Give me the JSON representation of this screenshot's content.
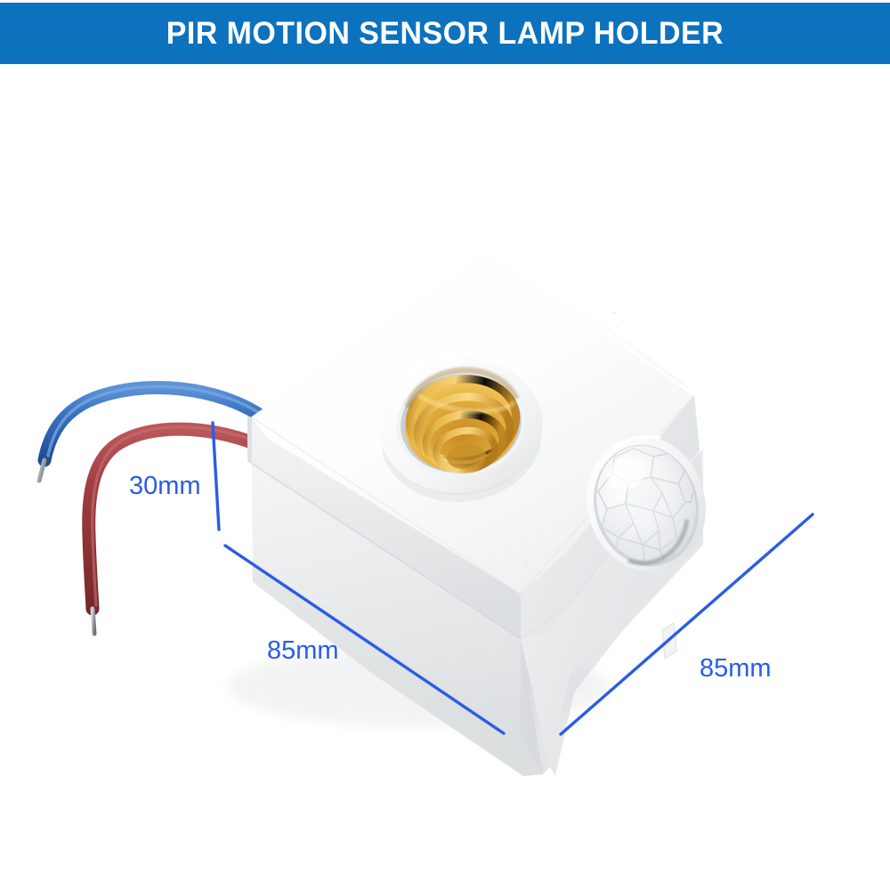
{
  "banner": {
    "title": "PIR MOTION SENSOR LAMP HOLDER",
    "background_color": "#0d72bd",
    "text_color": "#ffffff"
  },
  "product": {
    "name": "PIR Motion Sensor Lamp Holder",
    "body_color": "#ffffff",
    "socket_type": "E27 screw socket",
    "socket_thread_color": "#d9a33a",
    "sensor_type": "PIR fresnel dome lens",
    "sensor_color": "#eef1f3",
    "wires": [
      {
        "name": "live-wire",
        "color": "#a7383a",
        "label": "red wire"
      },
      {
        "name": "neutral-wire",
        "color": "#2f6fc4",
        "label": "blue wire"
      }
    ]
  },
  "dimensions": {
    "line_color": "#2a5ce8",
    "items": [
      {
        "id": "height",
        "label": "30mm",
        "axis": "vertical"
      },
      {
        "id": "depth",
        "label": "85mm",
        "axis": "diagonal-left"
      },
      {
        "id": "width",
        "label": "85mm",
        "axis": "diagonal-right"
      }
    ]
  },
  "background_color": "#ffffff"
}
